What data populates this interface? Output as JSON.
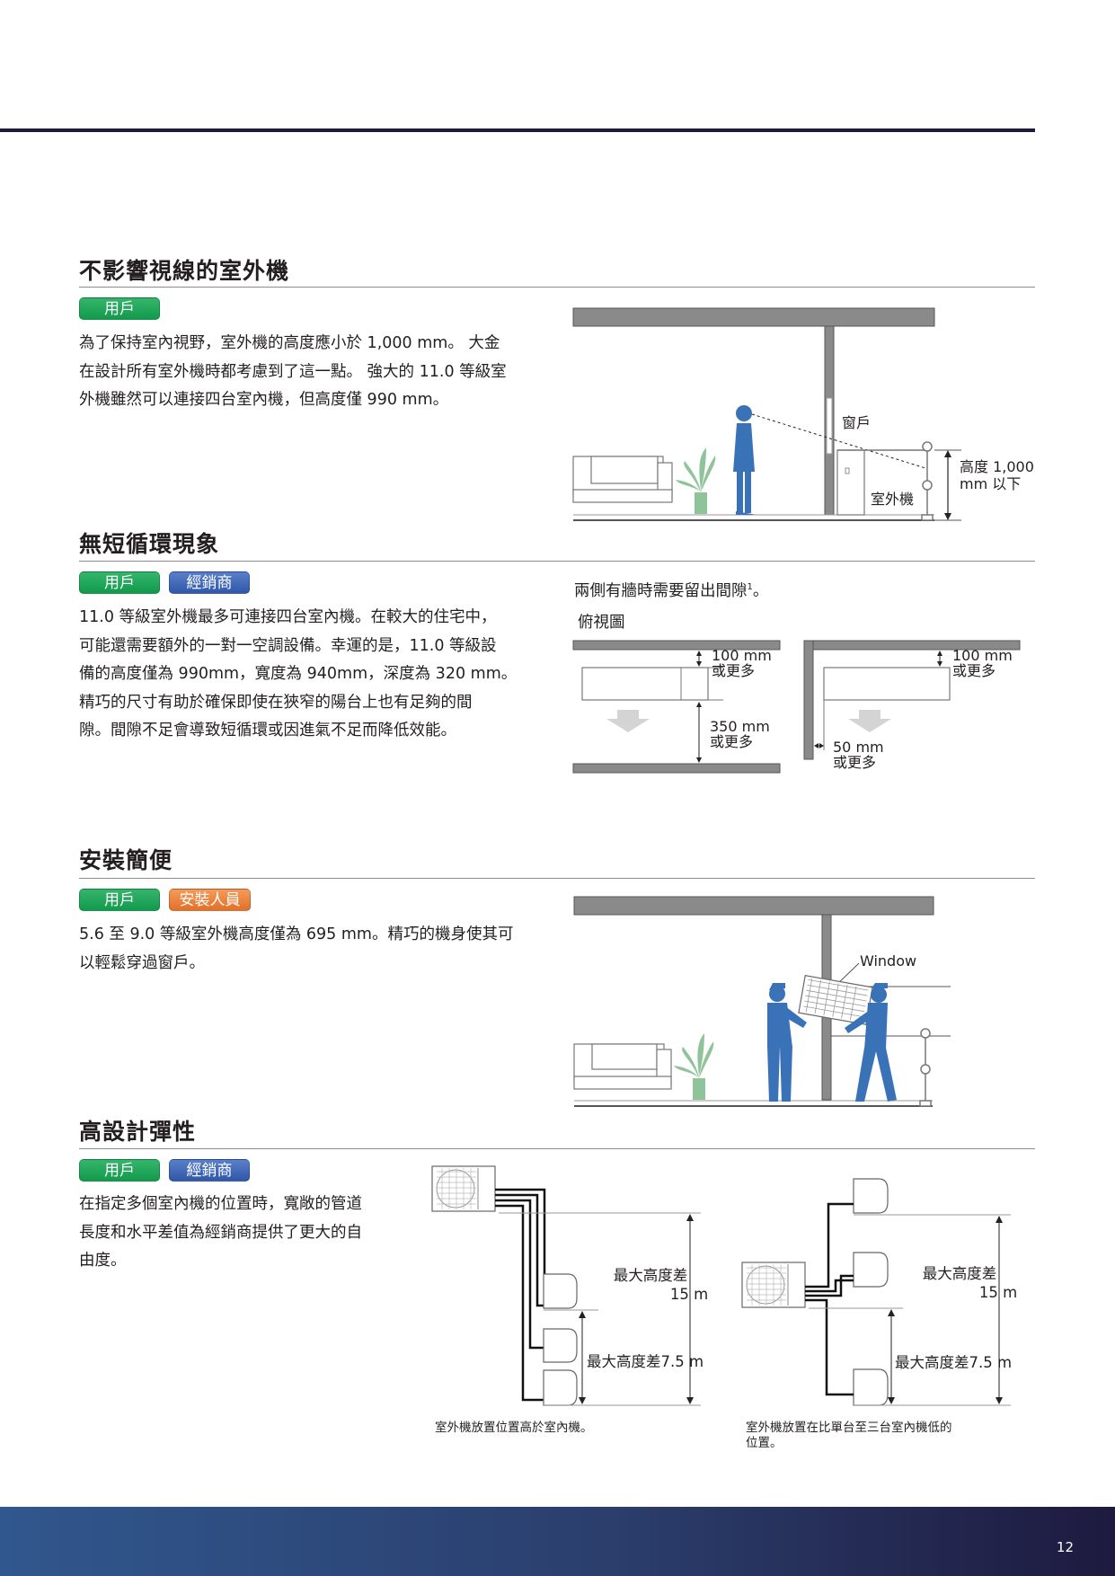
{
  "sections": [
    {
      "title": "不影響視線的室外機",
      "tags": [
        "用戶"
      ],
      "text": [
        "為了保持室內視野，室外機的高度應小於 1,000 mm。 大金",
        "在設計所有室外機時都考慮到了這一點。 強大的 11.0 等級室",
        "外機雖然可以連接四台室內機，但高度僅 990 mm。"
      ],
      "figure": {
        "window": "窗戶",
        "outdoor_unit": "室外機",
        "height_line1": "高度 1,000",
        "height_line2": "mm 以下"
      }
    },
    {
      "title": "無短循環現象",
      "tags": [
        "用戶",
        "經銷商"
      ],
      "text": [
        "11.0 等級室外機最多可連接四台室內機。在較大的住宅中，",
        "可能還需要額外的一對一空調設備。幸運的是，11.0 等級設",
        "備的高度僅為 990mm，寬度為 940mm，深度為 320 mm。",
        "精巧的尺寸有助於確保即使在狹窄的陽台上也有足夠的間",
        "隙。間隙不足會導致短循環或因進氣不足而降低效能。"
      ],
      "figure": {
        "caption": "兩側有牆時需要留出間隙",
        "caption_sup": "1",
        "caption_end": "。",
        "view_label": "俯視圖",
        "a_top_1": "100 mm",
        "a_top_2": "或更多",
        "a_front_1": "350 mm",
        "a_front_2": "或更多",
        "b_top_1": "100 mm",
        "b_top_2": "或更多",
        "b_side_1": "50 mm",
        "b_side_2": "或更多"
      }
    },
    {
      "title": "安裝簡便",
      "tags": [
        "用戶",
        "安裝人員"
      ],
      "text": [
        "5.6 至 9.0 等級室外機高度僅為 695 mm。精巧的機身使其可",
        "以輕鬆穿過窗戶。"
      ],
      "figure": {
        "window": "Window"
      }
    },
    {
      "title": "高設計彈性",
      "tags": [
        "用戶",
        "經銷商"
      ],
      "text": [
        "在指定多個室內機的位置時，寬敞的管道",
        "長度和水平差值為經銷商提供了更大的自",
        "由度。"
      ],
      "figure": {
        "left_max_1": "最大高度差",
        "left_max_2": "15 m",
        "left_mid": "最大高度差7.5 m",
        "left_caption": "室外機放置位置高於室內機。",
        "right_max_1": "最大高度差",
        "right_max_2": "15 m",
        "right_mid": "最大高度差7.5 m",
        "right_caption_1": "室外機放置在比單台至三台室內機低的",
        "right_caption_2": "位置。"
      }
    }
  ],
  "page_number": "12",
  "colors": {
    "user_tag": "#1aa653",
    "dealer_tag": "#3a62b4",
    "installer_tag": "#eb7d36",
    "figure_blue": "#3a72b8",
    "plant_green": "#8fc49a",
    "structure_gray": "#8a8a8a",
    "footer_dark": "#1e1a3f"
  }
}
